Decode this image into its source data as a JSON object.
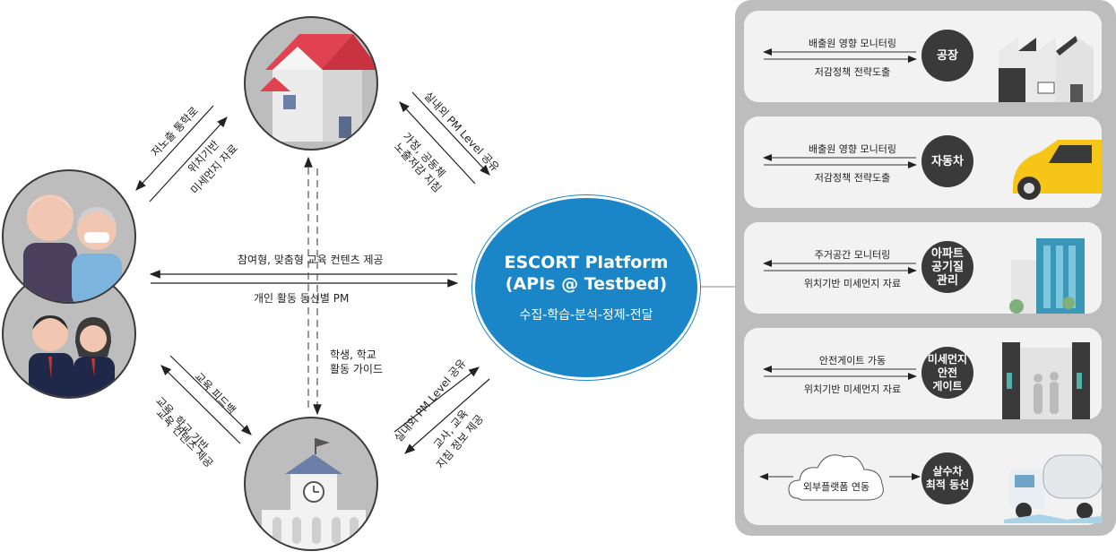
{
  "platform": {
    "title_line1": "ESCORT Platform",
    "title_line2": "(APIs @ Testbed)",
    "subtitle": "수집-학습-분석-정제-전달"
  },
  "flows": {
    "house_to_elderly_top": "저노출 통학로",
    "house_to_elderly_bottom_1": "위치기반",
    "house_to_elderly_bottom_2": "미세먼지 자료",
    "platform_to_house_top": "실내외 PM Level 공유",
    "platform_to_house_bottom_1": "가정, 공동체",
    "platform_to_house_bottom_2": "노출저감 지침",
    "center_top": "참여형, 맞춤형 교육 컨텐츠 제공",
    "center_bottom": "개인 활동 동선별 PM",
    "vertical_1": "학생, 학교",
    "vertical_2": "활동 가이드",
    "school_to_students_top": "교육 피드백",
    "school_to_students_bottom_1": "교육, 학교 기반",
    "school_to_students_bottom_2": "교육 컨텐츠 제공",
    "platform_to_school_top": "실내외 PM Level 공유",
    "platform_to_school_bottom_1": "교사, 교육",
    "platform_to_school_bottom_2": "지침 정보 제공"
  },
  "cards": [
    {
      "label_top": "배출원 영향 모니터링",
      "label_bottom": "저감정책 전략도출",
      "badge": "공장",
      "icon": "factory-icon"
    },
    {
      "label_top": "배출원 영향 모니터링",
      "label_bottom": "저감정책 전략도출",
      "badge": "자동차",
      "icon": "car-icon"
    },
    {
      "label_top": "주거공간 모니터링",
      "label_bottom": "위치기반 미세먼지 자료",
      "badge": "아파트\n공기질\n관리",
      "icon": "apartment-icon"
    },
    {
      "label_top": "안전게이트 가동",
      "label_bottom": "위치기반 미세먼지 자료",
      "badge": "미세먼지\n안전\n게이트",
      "icon": "gate-icon"
    },
    {
      "label_cloud": "외부플랫폼 연동",
      "badge": "살수차\n최적 동선",
      "icon": "water-truck-icon"
    }
  ],
  "colors": {
    "platform": "#1a86c8",
    "panel": "#bdbdbd",
    "card": "#f2f2f2",
    "badge": "#3a3a3a",
    "roof": "#e0434f"
  }
}
